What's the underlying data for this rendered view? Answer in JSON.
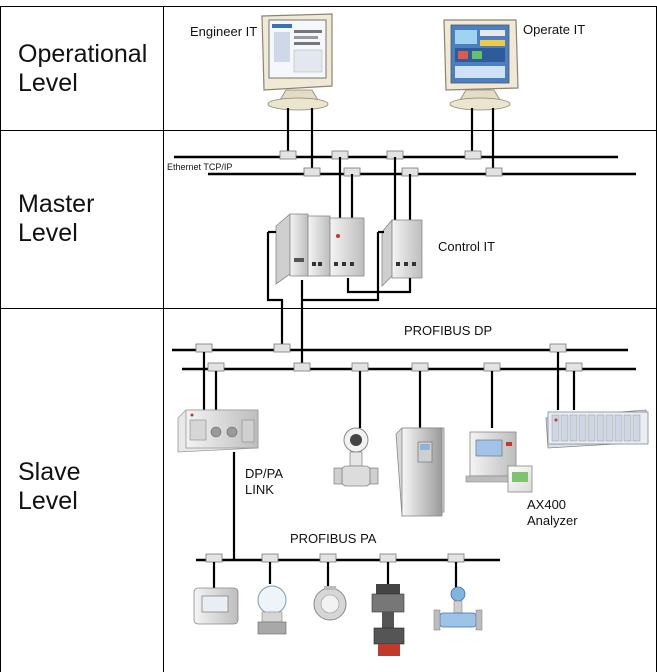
{
  "levels": {
    "operational": "Operational\nLevel",
    "master": "Master\nLevel",
    "slave": "Slave\nLevel"
  },
  "labels": {
    "engineer_it": "Engineer IT",
    "operate_it": "Operate IT",
    "ethernet": "Ethernet TCP/IP",
    "control_it": "Control IT",
    "profibus_dp": "PROFIBUS DP",
    "dp_pa_link": "DP/PA\nLINK",
    "ax400": "AX400\nAnalyzer",
    "profibus_pa": "PROFIBUS PA"
  },
  "colors": {
    "line": "#000000",
    "device_light": "#e6e6e6",
    "device_mid": "#c8c8c8",
    "screen_blue": "#3b6fb6",
    "accent_red": "#c0392b"
  }
}
